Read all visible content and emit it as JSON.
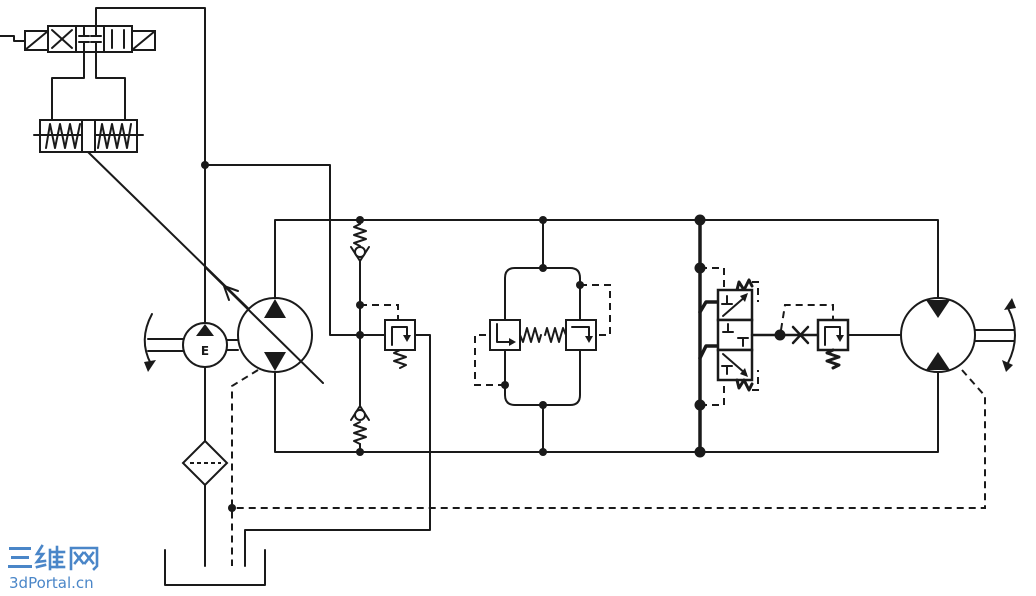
{
  "diagram": {
    "charge_pump_label": "E"
  },
  "watermark": {
    "logo_text": "三维网",
    "site": "3dPortal.cn"
  },
  "colors": {
    "line": "#1a1a1a",
    "background": "#ffffff",
    "watermark": "#4a86c8"
  }
}
